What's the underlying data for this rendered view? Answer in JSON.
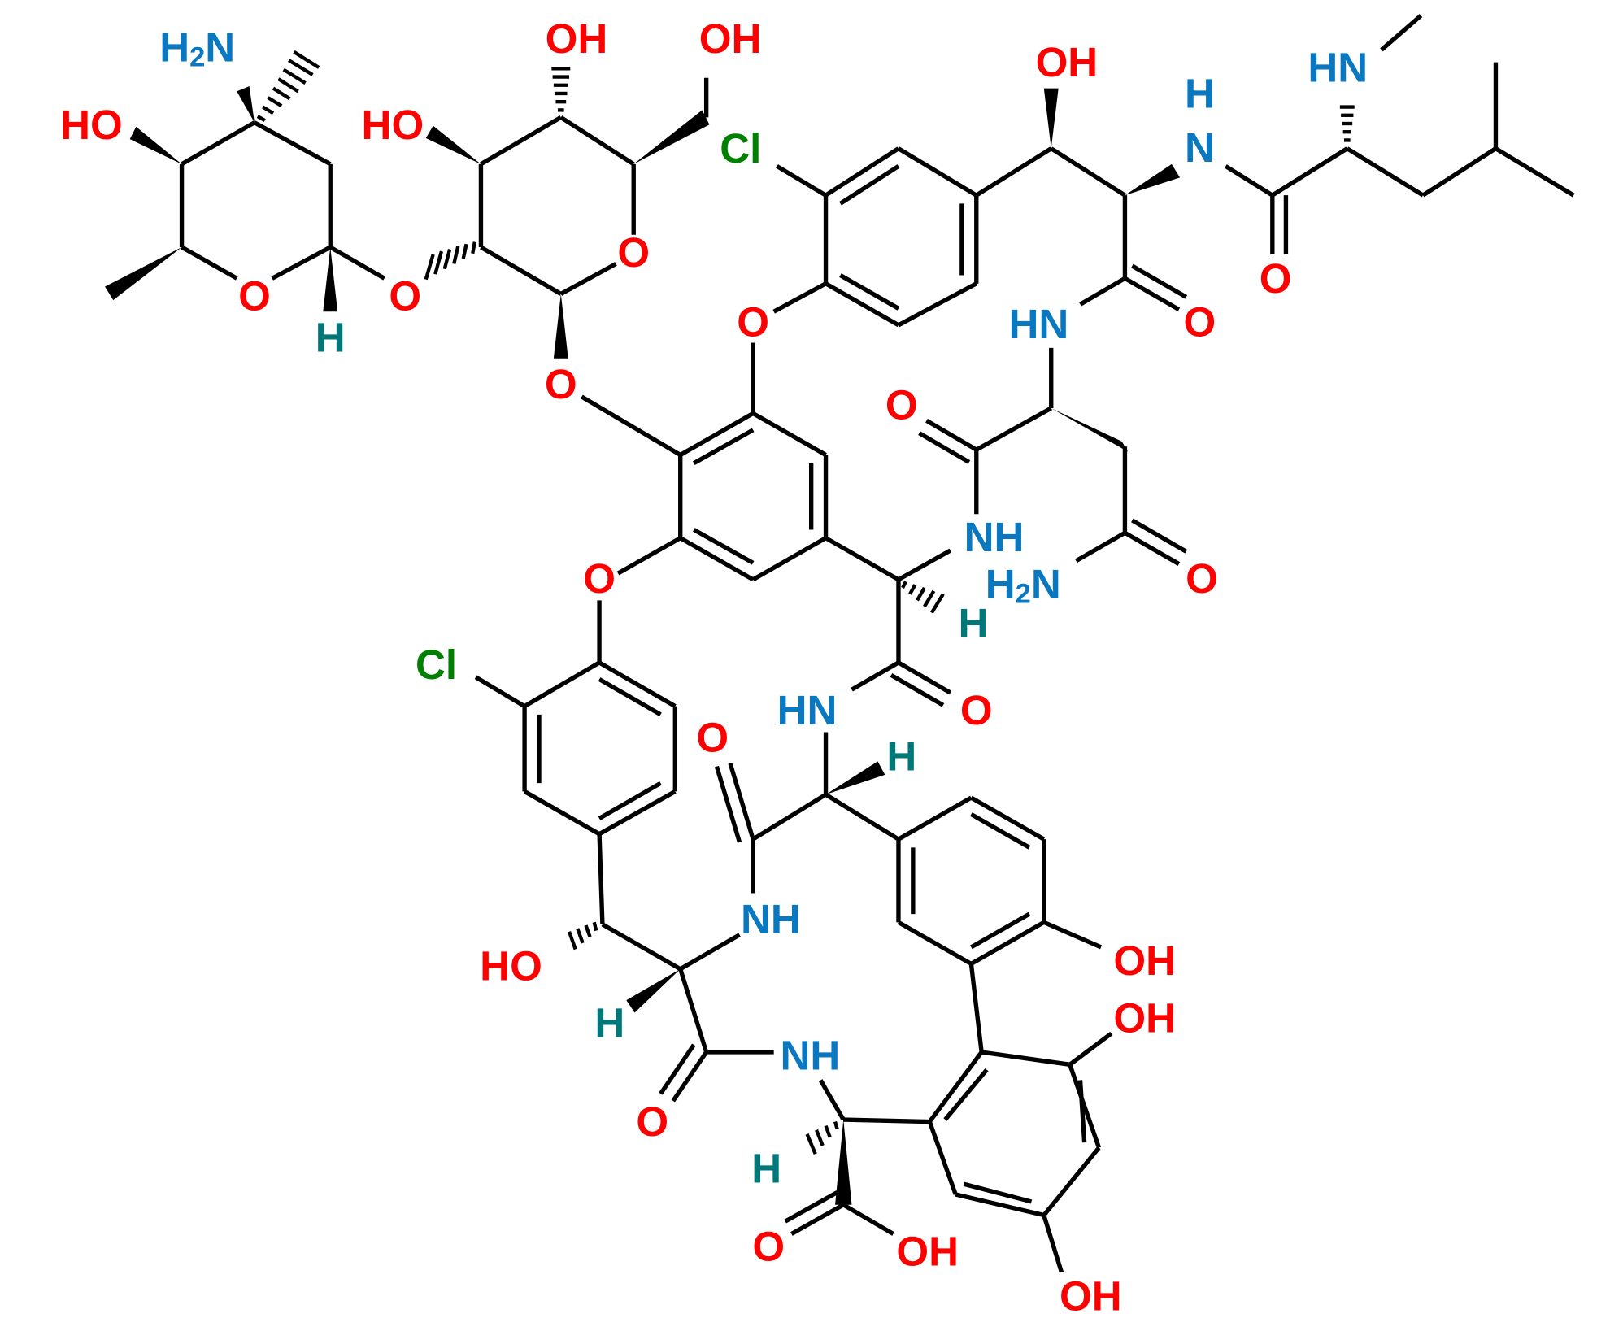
{
  "figure": {
    "title": "Vancomycin structure",
    "colors": {
      "oxygen": "#ff0000",
      "nitrogen": "#0a78c0",
      "hydrogen": "#00787a",
      "chlorine": "#008000",
      "bond": "#000000",
      "background": "#ffffff"
    }
  },
  "labels": {
    "vanc_H2N": "H2N",
    "vanc_HO": "HO",
    "vanc_O_ring": "O",
    "vanc_H": "H",
    "glyc_O_link": "O",
    "glc_HO": "HO",
    "glc_OH4": "OH",
    "glc_OH6": "OH",
    "glc_O_ring": "O",
    "glc_O_anomeric": "O",
    "aryl_O_top": "O",
    "aryl_O_left": "O",
    "Cl_top": "Cl",
    "Cl_left": "Cl",
    "bhOH_top": "OH",
    "amide_NH_H": "H",
    "amide_N": "N",
    "leu_O": "O",
    "leu_HN": "HN",
    "amide2_O": "O",
    "amide2_HN": "HN",
    "asn_O": "O",
    "asn_NH": "NH",
    "asn_H2N": "H2N",
    "asn_O2": "O",
    "cH_H": "H",
    "amide3_HN": "HN",
    "amide3_O": "O",
    "amide4_O": "O",
    "amide4_H": "H",
    "amide4_NH": "NH",
    "bh2_HO": "HO",
    "bh2_H": "H",
    "amide5_O": "O",
    "amide5_NH": "NH",
    "term_H": "H",
    "cooh_O": "O",
    "cooh_OH": "OH",
    "ringA_OH": "OH",
    "ringB_OH1": "OH",
    "ringB_OH2": "OH"
  }
}
